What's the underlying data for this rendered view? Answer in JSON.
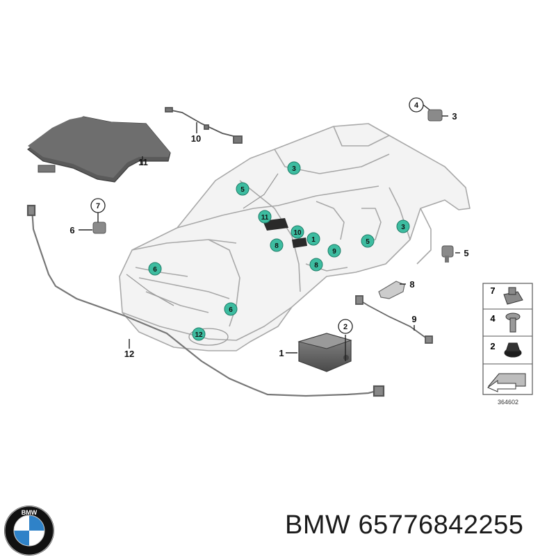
{
  "diagram_id": "364602",
  "callouts": {
    "c1": "1",
    "c2": "2",
    "c3": "3",
    "c4": "4",
    "c5": "5",
    "c6": "6",
    "c7": "7",
    "c8": "8",
    "c9": "9",
    "c10": "10",
    "c11": "11",
    "c12": "12"
  },
  "legend": {
    "l7": "7",
    "l4": "4",
    "l2": "2"
  },
  "logo": {
    "text": "BMW",
    "colors": {
      "blue": "#2f82c8",
      "ring": "#111111",
      "white": "#ffffff"
    }
  },
  "caption": {
    "brand": "BMW",
    "part_number": "65776842255"
  },
  "accent_color": "#3dbca0"
}
